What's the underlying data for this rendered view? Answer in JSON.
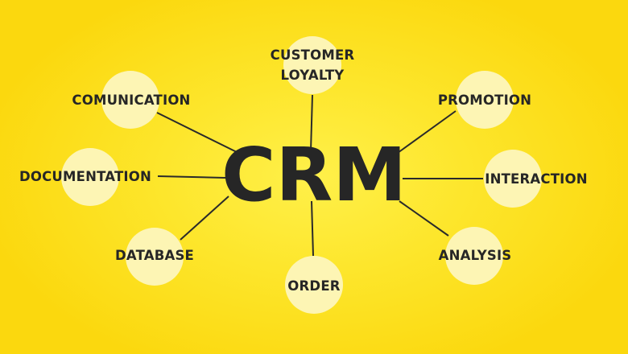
{
  "diagram": {
    "center": "CRM",
    "nodes": {
      "customer_loyalty": [
        "CUSTOMER",
        "LOYALTY"
      ],
      "comunication": "COMUNICATION",
      "promotion": "PROMOTION",
      "documentation": "DOCUMENTATION",
      "interaction": "INTERACTION",
      "database": "DATABASE",
      "analysis": "ANALYSIS",
      "order": "ORDER"
    }
  },
  "colors": {
    "background": "#fde62c",
    "bubble": "#fdf5b4",
    "text": "#262626",
    "connector": "#2a2a2a"
  }
}
